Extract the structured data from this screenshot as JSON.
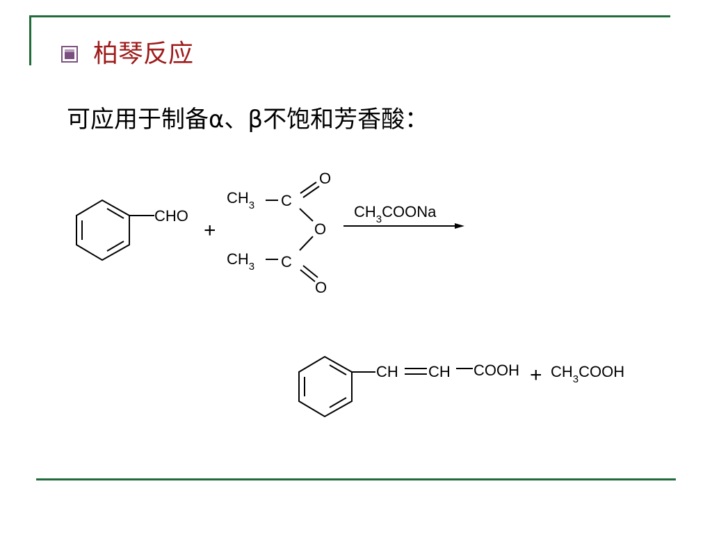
{
  "slide": {
    "title": "柏琴反应",
    "subtitle": "可应用于制备α、β不饱和芳香酸："
  },
  "reaction": {
    "reactant1_group": "CHO",
    "plus_symbol": "+",
    "anhydride": {
      "ch3_top": "CH",
      "ch3_top_sub": "3",
      "c_top": "C",
      "o_top": "O",
      "o_bridge": "O",
      "ch3_bottom": "CH",
      "ch3_bottom_sub": "3",
      "c_bottom": "C",
      "o_bottom": "O"
    },
    "catalyst_pre": "CH",
    "catalyst_sub": "3",
    "catalyst_post": "COONa",
    "product": {
      "ch1": "CH",
      "ch2": "CH",
      "cooh": "COOH",
      "plus": "+",
      "acid_pre": "CH",
      "acid_sub": "3",
      "acid_post": "COOH"
    }
  },
  "colors": {
    "frame": "#1f6b3a",
    "title": "#9e1b1b",
    "bullet": "#7a4f7f"
  }
}
